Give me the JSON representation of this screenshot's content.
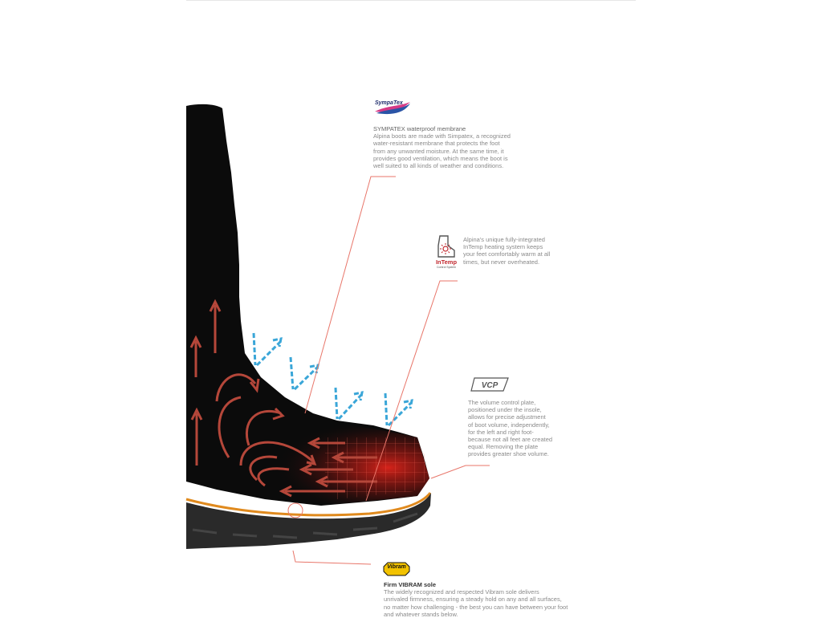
{
  "callouts": {
    "sympatex": {
      "logo_text": "SympaTex",
      "heading": "SYMPATEX waterproof membrane",
      "lines": [
        "Alpina boots are made with Simpatex, a recognized",
        "water-resistant membrane that protects the foot",
        "from any unwanted moisture. At the same time, it",
        "provides good ventilation, which means the boot is",
        "well suited to all kinds of weather and conditions."
      ]
    },
    "intemp": {
      "logo_text": "InTemp",
      "logo_subtext": "Control System",
      "lines": [
        "Alpina's unique fully-integrated",
        "InTemp heating system keeps",
        "your feet comfortably warm at all",
        "times, but never overheated."
      ]
    },
    "vcp": {
      "logo_text": "VCP",
      "lines": [
        "The volume control plate,",
        "positioned under the insole,",
        "allows for precise adjustment",
        "of boot volume, independently,",
        "for the left and right foot-",
        "because not all feet are created",
        "equal. Removing the plate",
        "provides greater shoe volume."
      ]
    },
    "vibram": {
      "logo_text": "Vibram",
      "heading": "Firm VIBRAM sole",
      "lines": [
        "The widely recognized and respected Vibram sole delivers",
        "unrivaled firmness, ensuring a steady hold on any and all surfaces,",
        "no matter how challenging - the best you can have between your foot",
        "and whatever stands below."
      ]
    }
  },
  "colors": {
    "boot": "#0b0b0b",
    "sole": "#2a2a2a",
    "midsole_stripe": "#e08a1e",
    "heat_arrows": "#b5473a",
    "heat_glow": "#e0241b",
    "vent_arrows": "#3aa6d8",
    "leader_lines": "#e8766a"
  }
}
